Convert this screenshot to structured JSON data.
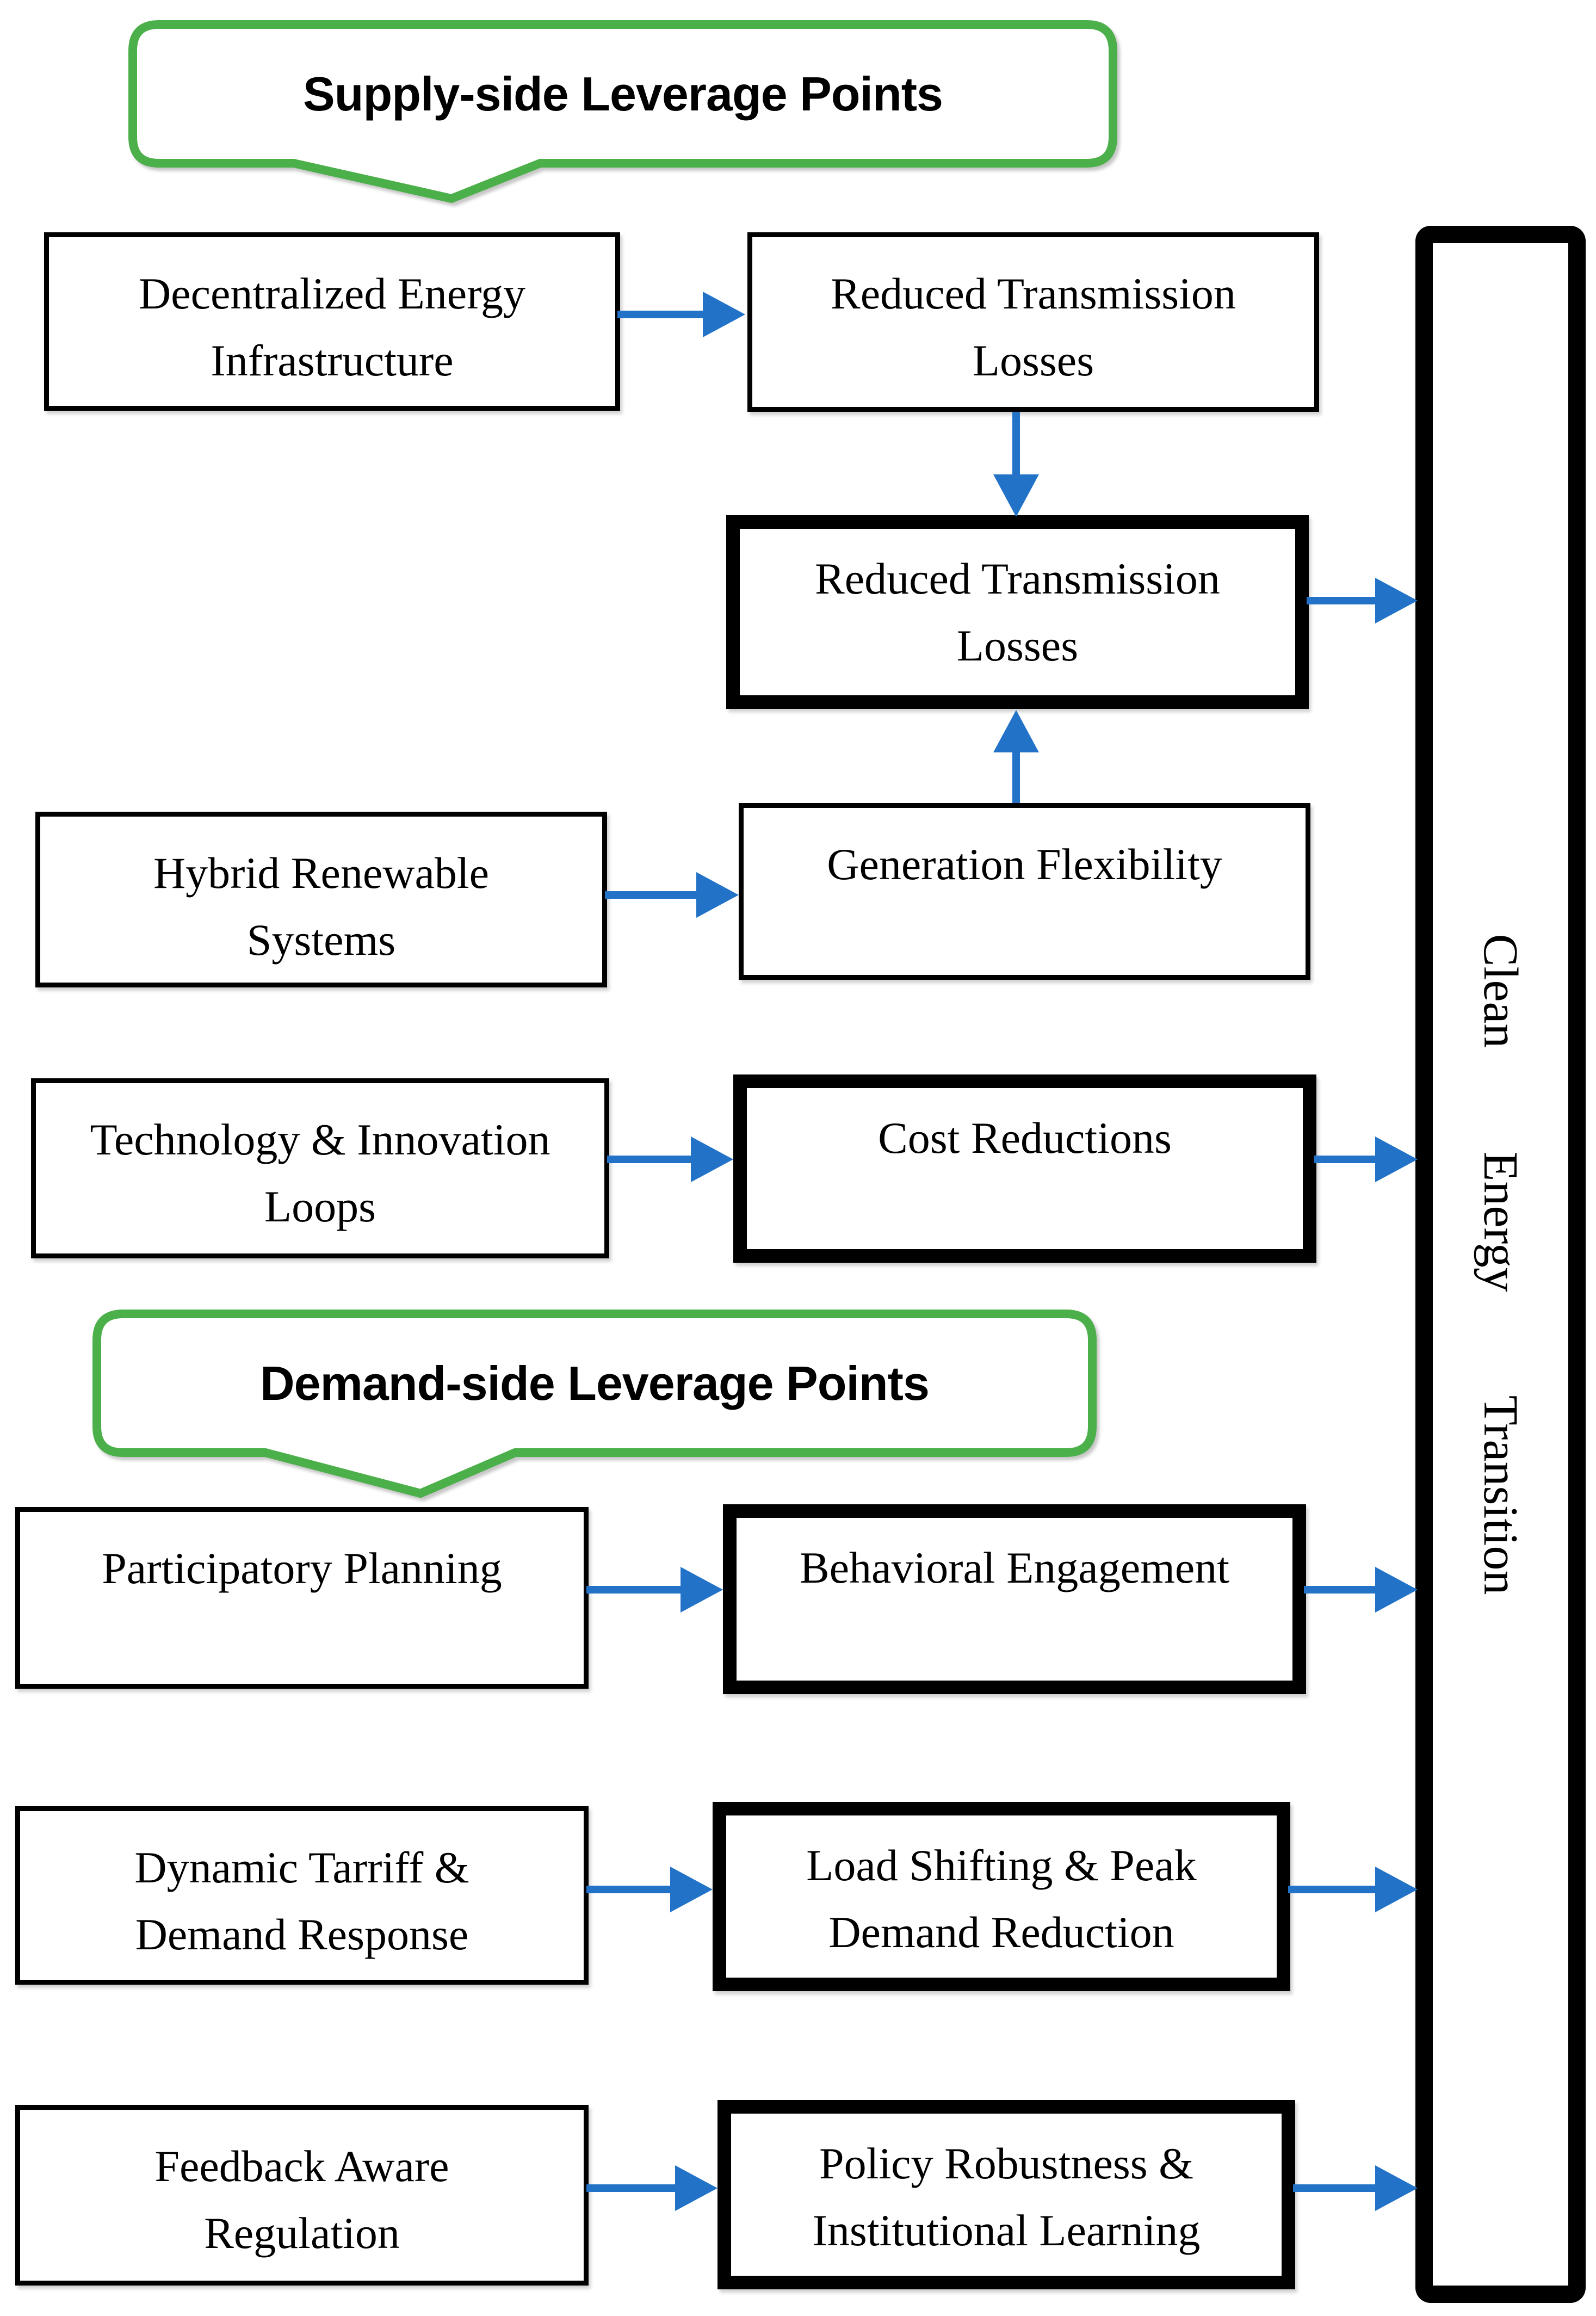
{
  "diagram": {
    "title_callouts": {
      "supply": "Supply-side Leverage Points",
      "demand": "Demand-side Leverage Points"
    },
    "nodes": {
      "decentralized": "Decentralized Energy\nInfrastructure",
      "reduced_losses_top": "Reduced Transmission\nLosses",
      "reduced_losses_key": "Reduced Transmission\nLosses",
      "hybrid": "Hybrid Renewable\nSystems",
      "generation_flexibility": "Generation Flexibility",
      "technology": "Technology & Innovation\nLoops",
      "cost_reductions": "Cost Reductions",
      "participatory": "Participatory Planning",
      "behavioral": "Behavioral Engagement",
      "dynamic_tariff": "Dynamic Tarriff &\nDemand Response",
      "load_shifting": "Load Shifting & Peak\nDemand Reduction",
      "feedback": "Feedback Aware\nRegulation",
      "policy": "Policy Robustness &\nInstitutional Learning"
    },
    "outcome_bar": {
      "word1": "Clean",
      "word2": "Energy",
      "word3": "Transition"
    },
    "colors": {
      "arrow_blue": "#2273C8",
      "callout_green": "#4CB04A",
      "box_border": "#000000",
      "background": "#FFFFFF"
    }
  }
}
